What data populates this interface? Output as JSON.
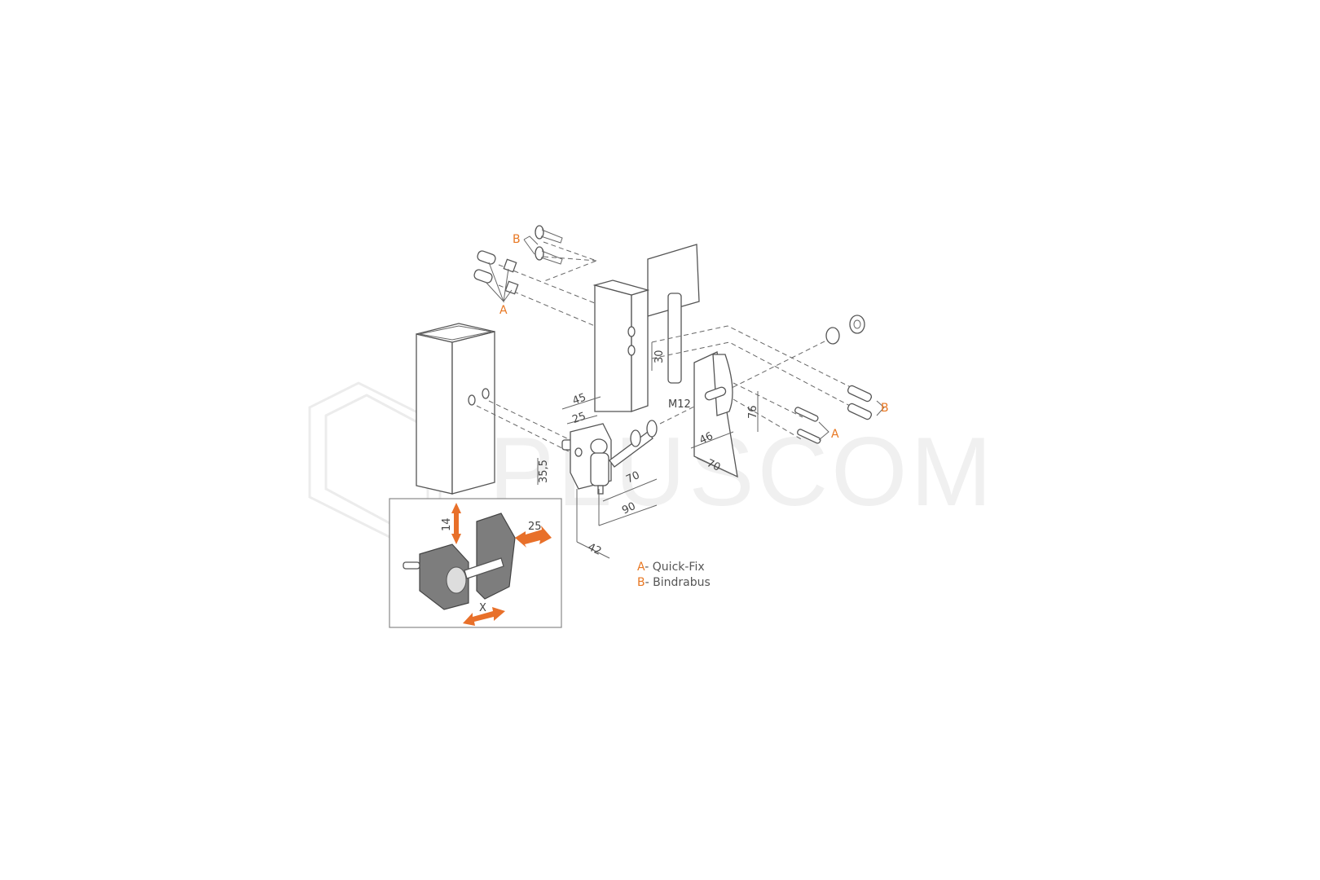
{
  "watermark": "PLUSCOM",
  "colors": {
    "accent": "#e87722",
    "line": "#555555"
  },
  "callouts": {
    "b_top": "B",
    "a_top": "A",
    "b_right": "B",
    "a_right": "A"
  },
  "dimensions": {
    "d45": "45",
    "d25": "25",
    "m12": "M12",
    "d30": "30",
    "d76": "76",
    "d46": "46",
    "d70_plate": "70",
    "d35_5": "35,5",
    "d70": "70",
    "d90": "90",
    "d42": "42"
  },
  "inset": {
    "adjust_vertical": "14",
    "adjust_horizontal": "25",
    "adjust_x": "X"
  },
  "legend": [
    {
      "key": "A",
      "label": "- Quick-Fix"
    },
    {
      "key": "B",
      "label": "- Bindrabus"
    }
  ]
}
